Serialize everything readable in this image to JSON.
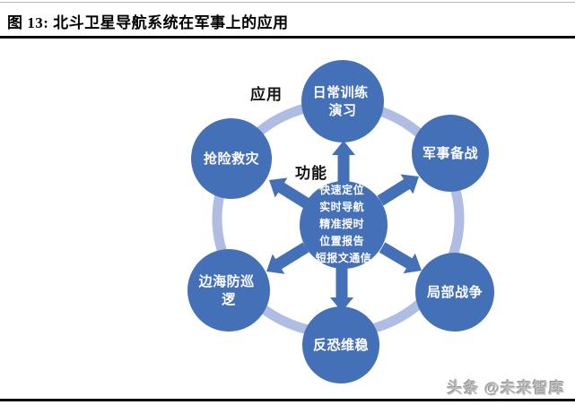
{
  "figure": {
    "title": "图 13: 北斗卫星导航系统在军事上的应用",
    "watermark": "头条 @未来智库"
  },
  "diagram": {
    "labels": {
      "application": "应用",
      "function": "功能"
    },
    "center": {
      "lines": [
        "快速定位",
        "实时导航",
        "精准授时",
        "位置报告",
        "短报文通信"
      ]
    },
    "nodes": [
      {
        "id": "daily-training-exercise",
        "position": "top",
        "lines": [
          "日常训练",
          "演习"
        ]
      },
      {
        "id": "military-preparedness",
        "position": "upper-right",
        "lines": [
          "军事备战"
        ]
      },
      {
        "id": "local-war",
        "position": "lower-right",
        "lines": [
          "局部战争"
        ]
      },
      {
        "id": "counter-terror-stability",
        "position": "bottom",
        "lines": [
          "反恐维稳"
        ]
      },
      {
        "id": "border-coastal-patrol",
        "position": "lower-left",
        "lines": [
          "边海防巡",
          "逻"
        ]
      },
      {
        "id": "emergency-rescue",
        "position": "upper-left",
        "lines": [
          "抢险救灾"
        ]
      }
    ],
    "colors": {
      "node_fill": "#4470B8",
      "ring": "#AFBDE2",
      "node_text": "#FFFFFF"
    }
  }
}
